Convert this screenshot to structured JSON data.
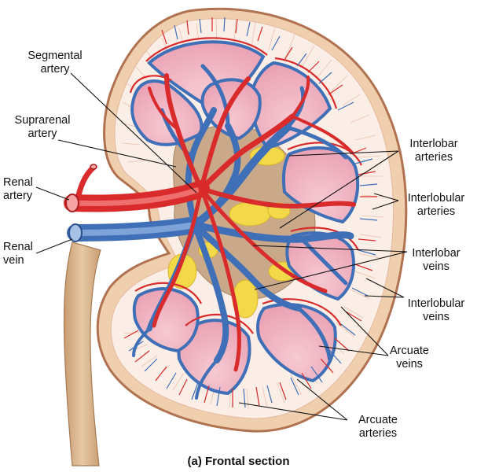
{
  "labels": {
    "segmental_artery": "Segmental\nartery",
    "suprarenal_artery": "Suprarenal\nartery",
    "renal_artery": "Renal\nartery",
    "renal_vein": "Renal\nvein",
    "interlobar_arteries": "Interlobar\narteries",
    "interlobular_arteries": "Interlobular\narteries",
    "interlobar_veins": "Interlobar\nveins",
    "interlobular_veins": "Interlobular\nveins",
    "arcuate_veins": "Arcuate\nveins",
    "arcuate_arteries": "Arcuate\narteries"
  },
  "caption": "(a) Frontal section",
  "colors": {
    "artery": "#d92b2b",
    "vein": "#3f6fb6",
    "pyramid": "#f2b8c4",
    "cortex": "#fbe8df",
    "capsule": "#c9866a",
    "fat": "#f3d94a",
    "ureter": "#d8b58e"
  }
}
